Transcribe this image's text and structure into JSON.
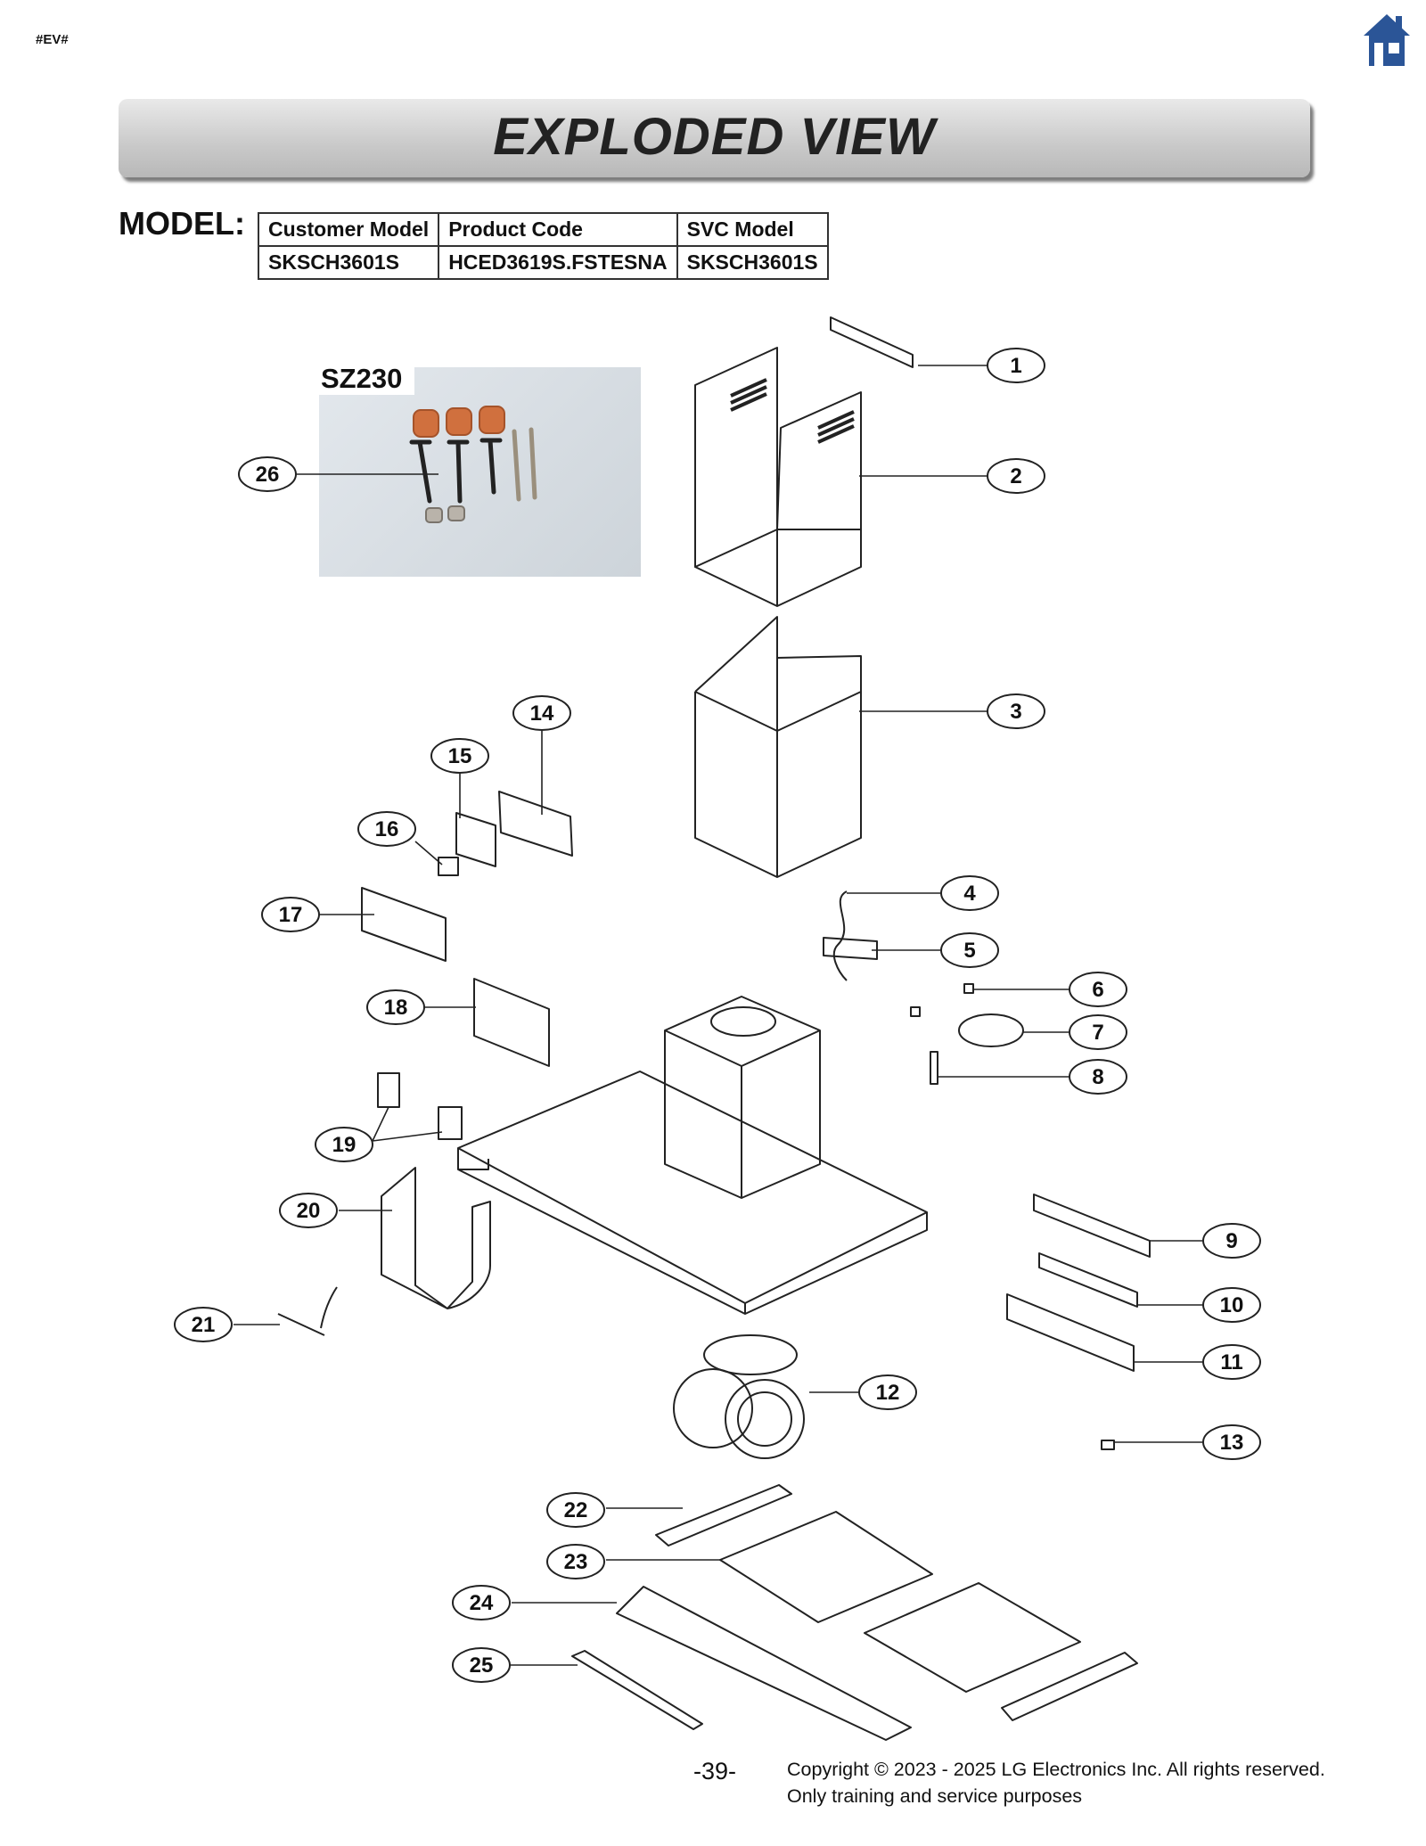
{
  "page_tag": "#EV#",
  "icons": {
    "home": "home-icon"
  },
  "header": {
    "title": "EXPLODED VIEW"
  },
  "model": {
    "label": "MODEL:",
    "columns": [
      "Customer Model",
      "Product Code",
      "SVC Model"
    ],
    "values": [
      "SKSCH3601S",
      "HCED3619S.FSTESNA",
      "SKSCH3601S"
    ]
  },
  "photo": {
    "label": "SZ230"
  },
  "callouts": [
    "1",
    "2",
    "3",
    "4",
    "5",
    "6",
    "7",
    "8",
    "9",
    "10",
    "11",
    "12",
    "13",
    "14",
    "15",
    "16",
    "17",
    "18",
    "19",
    "20",
    "21",
    "22",
    "23",
    "24",
    "25",
    "26"
  ],
  "footer": {
    "page_number": "-39-",
    "copyright_line1": "Copyright © 2023 - 2025 LG Electronics Inc. All rights reserved.",
    "copyright_line2": "Only training and service purposes"
  },
  "colors": {
    "home_icon": "#2b5597",
    "banner": "#c9c9c9",
    "anchor_head": "#d0703e"
  }
}
